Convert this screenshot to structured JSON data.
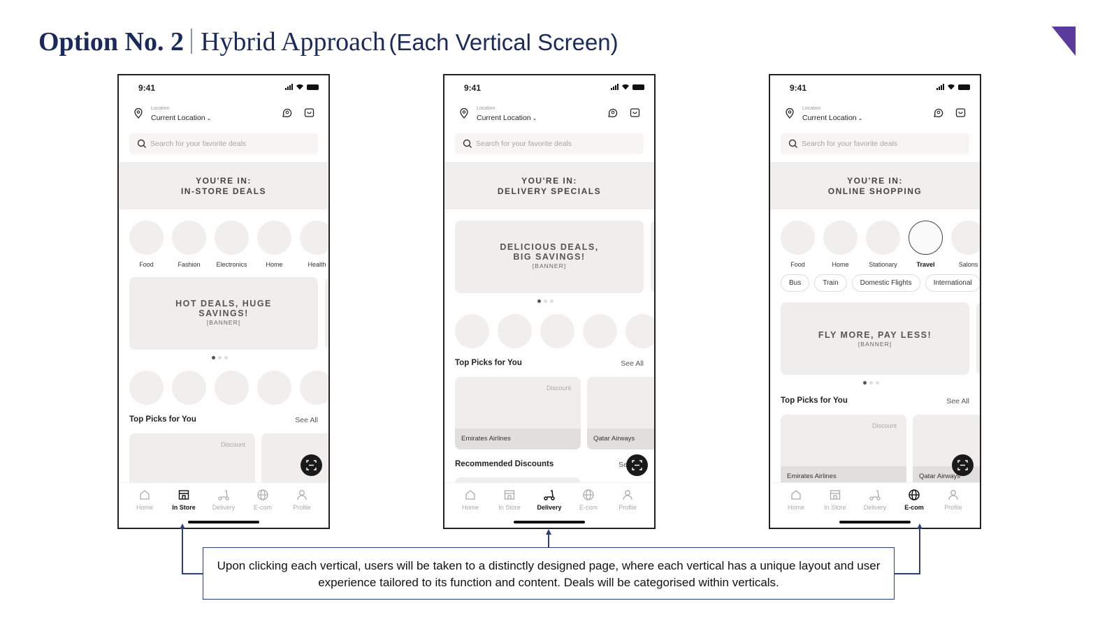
{
  "slide": {
    "title_bold": "Option No. 2",
    "title_main": "Hybrid Approach",
    "title_sub": "(Each Vertical Screen)",
    "note": "Upon clicking each vertical, users will be taken to a distinctly designed page, where each vertical has a unique layout and user experience tailored to its function and content. Deals will be categorised within verticals.",
    "accent_color": "#1b2a5c",
    "corner_color": "#5b3a9e"
  },
  "common": {
    "time": "9:41",
    "location_caption": "Location",
    "location_value": "Current Location",
    "search_placeholder": "Search for your favorite deals",
    "youre_in": "YOU'RE IN:",
    "banner_tag": "[BANNER]",
    "top_picks": "Top Picks for You",
    "see_all": "See All",
    "discount": "Discount",
    "tabs": [
      "Home",
      "In Store",
      "Delivery",
      "E-com",
      "Profile"
    ]
  },
  "phones": {
    "instore": {
      "vertical": "IN-STORE DEALS",
      "categories": [
        "Food",
        "Fashion",
        "Electronics",
        "Home",
        "Health"
      ],
      "banner_title_1": "HOT DEALS, HUGE",
      "banner_title_2": "SAVINGS!",
      "active_tab": "In Store"
    },
    "delivery": {
      "vertical": "DELIVERY SPECIALS",
      "banner_title_1": "DELICIOUS DEALS,",
      "banner_title_2": "BIG SAVINGS!",
      "card_1": "Emirates Airlines",
      "card_2": "Qatar Airways",
      "recommended": "Recommended Discounts",
      "see_all_partial": "Se",
      "active_tab": "Delivery"
    },
    "ecom": {
      "vertical": "ONLINE SHOPPING",
      "categories": [
        "Food",
        "Home",
        "Stationary",
        "Travel",
        "Salons"
      ],
      "active_category": "Travel",
      "chips": [
        "Bus",
        "Train",
        "Domestic Flights",
        "International"
      ],
      "banner_title_1": "FLY MORE, PAY LESS!",
      "card_1": "Emirates Airlines",
      "card_2": "Qatar Airways",
      "active_tab": "E-com"
    }
  }
}
